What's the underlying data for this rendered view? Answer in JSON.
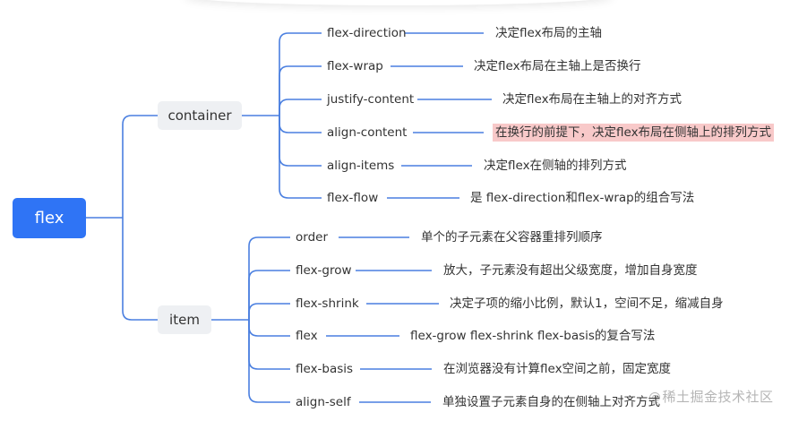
{
  "colors": {
    "root_fill": "#2f74f5",
    "branch_fill": "#eef0f3",
    "connector": "#4a7fe0",
    "highlight": "#f8c9c9"
  },
  "mindmap": {
    "root": {
      "label": "flex"
    },
    "branches": [
      {
        "label": "container",
        "children": [
          {
            "name": "flex-direction",
            "desc": "决定flex布局的主轴",
            "highlight": false
          },
          {
            "name": "flex-wrap",
            "desc": "决定flex布局在主轴上是否换行",
            "highlight": false
          },
          {
            "name": "justify-content",
            "desc": "决定flex布局在主轴上的对齐方式",
            "highlight": false
          },
          {
            "name": "align-content",
            "desc": "在换行的前提下，决定flex布局在侧轴上的排列方式",
            "highlight": true
          },
          {
            "name": "align-items",
            "desc": "决定flex在侧轴的排列方式",
            "highlight": false
          },
          {
            "name": "flex-flow",
            "desc": "是 flex-direction和flex-wrap的组合写法",
            "highlight": false
          }
        ]
      },
      {
        "label": "item",
        "children": [
          {
            "name": "order",
            "desc": "单个的子元素在父容器重排列顺序",
            "highlight": false
          },
          {
            "name": "flex-grow",
            "desc": "放大，子元素没有超出父级宽度，增加自身宽度",
            "highlight": false
          },
          {
            "name": "flex-shrink",
            "desc": "决定子项的缩小比例，默认1，空间不足，缩减自身",
            "highlight": false
          },
          {
            "name": "flex",
            "desc": "flex-grow  flex-shrink  flex-basis的复合写法",
            "highlight": false
          },
          {
            "name": "flex-basis",
            "desc": "在浏览器没有计算flex空间之前，固定宽度",
            "highlight": false
          },
          {
            "name": "align-self",
            "desc": "单独设置子元素自身的在侧轴上对齐方式",
            "highlight": false
          }
        ]
      }
    ]
  },
  "watermark": {
    "at": "@",
    "text": "稀土掘金技术社区"
  }
}
